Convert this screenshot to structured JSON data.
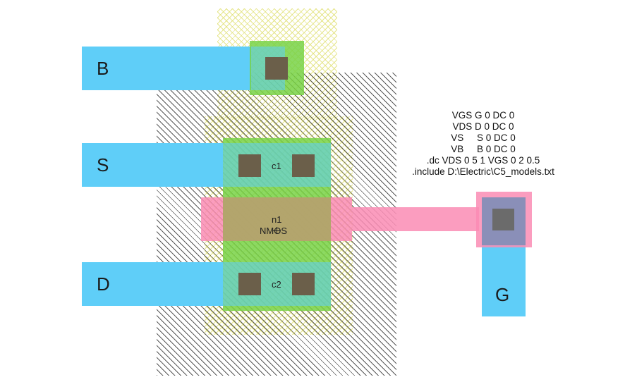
{
  "pins": {
    "b": "B",
    "s": "S",
    "d": "D",
    "g": "G"
  },
  "transistor": {
    "name": "n1",
    "type": "NMOS"
  },
  "contacts": {
    "c1": "c1",
    "c2": "c2"
  },
  "netlist": [
    "VGS G 0 DC 0",
    "VDS D 0 DC 0",
    "VS     S 0 DC 0",
    "VB     B 0 DC 0",
    ".dc VDS 0 5 1 VGS 0 2 0.5",
    ".include D:\\Electric\\C5_models.txt"
  ],
  "colors": {
    "metal": "#5fcef8",
    "diffusion": "#78d246",
    "poly": "#fa8cb4",
    "contact": "#6b5f4a",
    "well": "#3c3c3c",
    "select": "#e1e178"
  }
}
